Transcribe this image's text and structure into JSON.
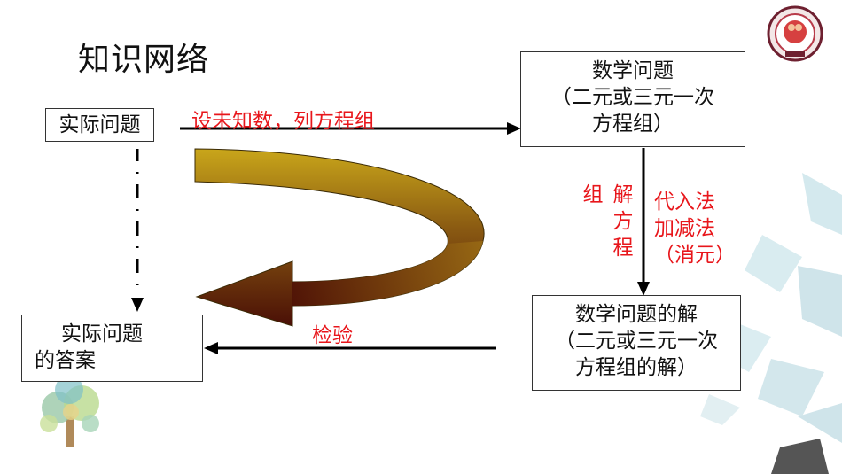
{
  "title": "知识网络",
  "boxes": {
    "actual_problem": "实际问题",
    "math_problem": {
      "line1": "数学问题",
      "line2": "（二元或三元一次",
      "line3": "方程组）"
    },
    "math_solution": {
      "line1": "数学问题的解",
      "line2": "（二元或三元一次",
      "line3": "方程组的解）"
    },
    "actual_answer": {
      "line1": "实际问题",
      "line2": "的答案"
    }
  },
  "labels": {
    "set_unknowns": "设未知数，列方程组",
    "verify": "检验",
    "solve_col1": [
      "组"
    ],
    "solve_col2": [
      "解",
      "方",
      "程"
    ],
    "methods": [
      "代入法",
      "加减法",
      "（消元）"
    ]
  },
  "colors": {
    "accent_red": "#e8161b",
    "arrow": "#000000",
    "curve_light": "#c8a418",
    "curve_dark": "#5a1a08",
    "decor": "#cfe6ec"
  }
}
